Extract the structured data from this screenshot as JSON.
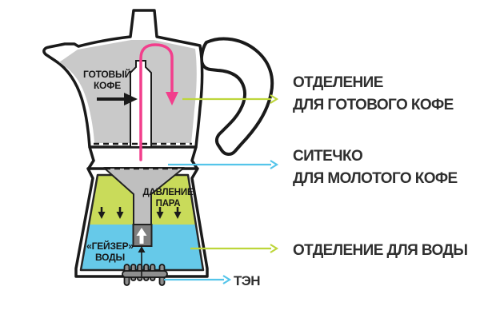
{
  "diagram": {
    "internal_labels": {
      "ready_coffee": "ГОТОВЫЙ КОФЕ",
      "steam_pressure": "ДАВЛЕНИЕ ПАРА",
      "water_geyser": "«ГЕЙЗЕР» ВОДЫ"
    },
    "callouts": {
      "ready_coffee_compartment": {
        "line1": "ОТДЕЛЕНИЕ",
        "line2": "ДЛЯ ГОТОВОГО КОФЕ"
      },
      "sieve": {
        "line1": "СИТЕЧКО",
        "line2": "ДЛЯ МОЛОТОГО КОФЕ"
      },
      "water_compartment": {
        "line1": "ОТДЕЛЕНИЕ ДЛЯ ВОДЫ"
      },
      "heating_element": {
        "line1": "ТЭН"
      }
    },
    "colors": {
      "metal_gray": "#c9c9c9",
      "funnel_gray": "#bfbfbf",
      "dark_gray": "#7f7f7f",
      "coil_gray": "#8e8e8e",
      "steam_green": "#c9db5a",
      "water_blue": "#66c9e9",
      "flow_pink": "#f23e8c",
      "callout_green": "#bdd63b",
      "callout_blue": "#55c5ea",
      "outline_black": "#1a1a1a"
    }
  }
}
